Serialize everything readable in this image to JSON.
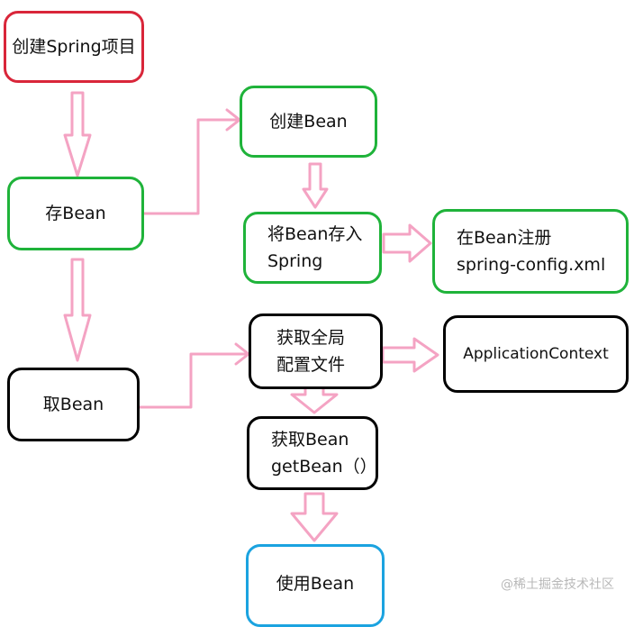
{
  "diagram": {
    "nodes": {
      "create_project": {
        "label": "创建Spring项目"
      },
      "store_bean": {
        "label": "存Bean"
      },
      "get_bean": {
        "label": "取Bean"
      },
      "create_bean": {
        "label": "创建Bean"
      },
      "put_in_spring": {
        "line1": "将Bean存入",
        "line2": "Spring"
      },
      "register": {
        "line1": "在Bean注册",
        "line2": "spring-config.xml"
      },
      "get_config": {
        "line1": "获取全局",
        "line2": "配置文件"
      },
      "app_context": {
        "label": "ApplicationContext"
      },
      "get_bean_method": {
        "line1": "获取Bean",
        "line2": "getBean（）"
      },
      "use_bean": {
        "label": "使用Bean"
      }
    },
    "colors": {
      "red": "#d9263a",
      "green": "#1fb33a",
      "black": "#000000",
      "blue": "#1ba3e0",
      "arrow": "#f4a3c3"
    }
  },
  "watermark": "@稀土掘金技术社区"
}
